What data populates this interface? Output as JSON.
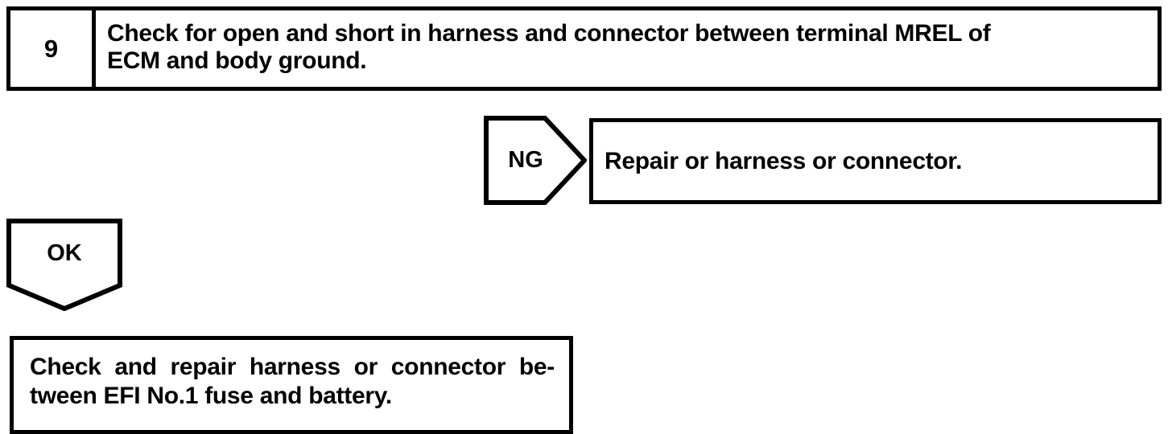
{
  "diagram": {
    "type": "troubleshooting-flowchart",
    "colors": {
      "ink": "#000000",
      "paper": "#ffffff"
    },
    "step": {
      "number": "9",
      "instruction": "Check for open and short in harness and connector between terminal MREL of\nECM and body ground."
    },
    "branches": {
      "ng": {
        "label": "NG",
        "result": "Repair or harness or connector."
      },
      "ok": {
        "label": "OK"
      }
    },
    "final_action": {
      "line1_words": [
        "Check",
        "and",
        "repair",
        "harness",
        "or",
        "connector",
        "be-"
      ],
      "line2": "tween EFI No.1 fuse and battery.",
      "full_text": "Check and repair harness or connector between EFI No.1 fuse and battery."
    }
  }
}
